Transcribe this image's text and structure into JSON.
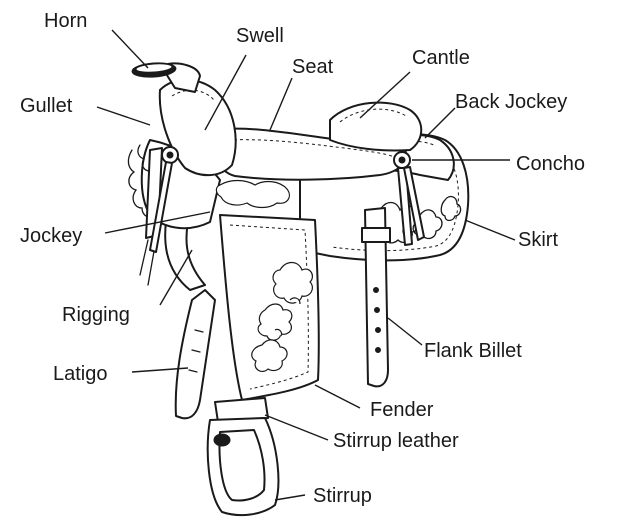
{
  "diagram": {
    "labels": {
      "horn": "Horn",
      "swell": "Swell",
      "seat": "Seat",
      "cantle": "Cantle",
      "gullet": "Gullet",
      "back_jockey": "Back Jockey",
      "concho": "Concho",
      "jockey": "Jockey",
      "skirt": "Skirt",
      "rigging": "Rigging",
      "flank_billet": "Flank Billet",
      "latigo": "Latigo",
      "fender": "Fender",
      "stirrup_leather": "Stirrup leather",
      "stirrup": "Stirrup"
    }
  }
}
